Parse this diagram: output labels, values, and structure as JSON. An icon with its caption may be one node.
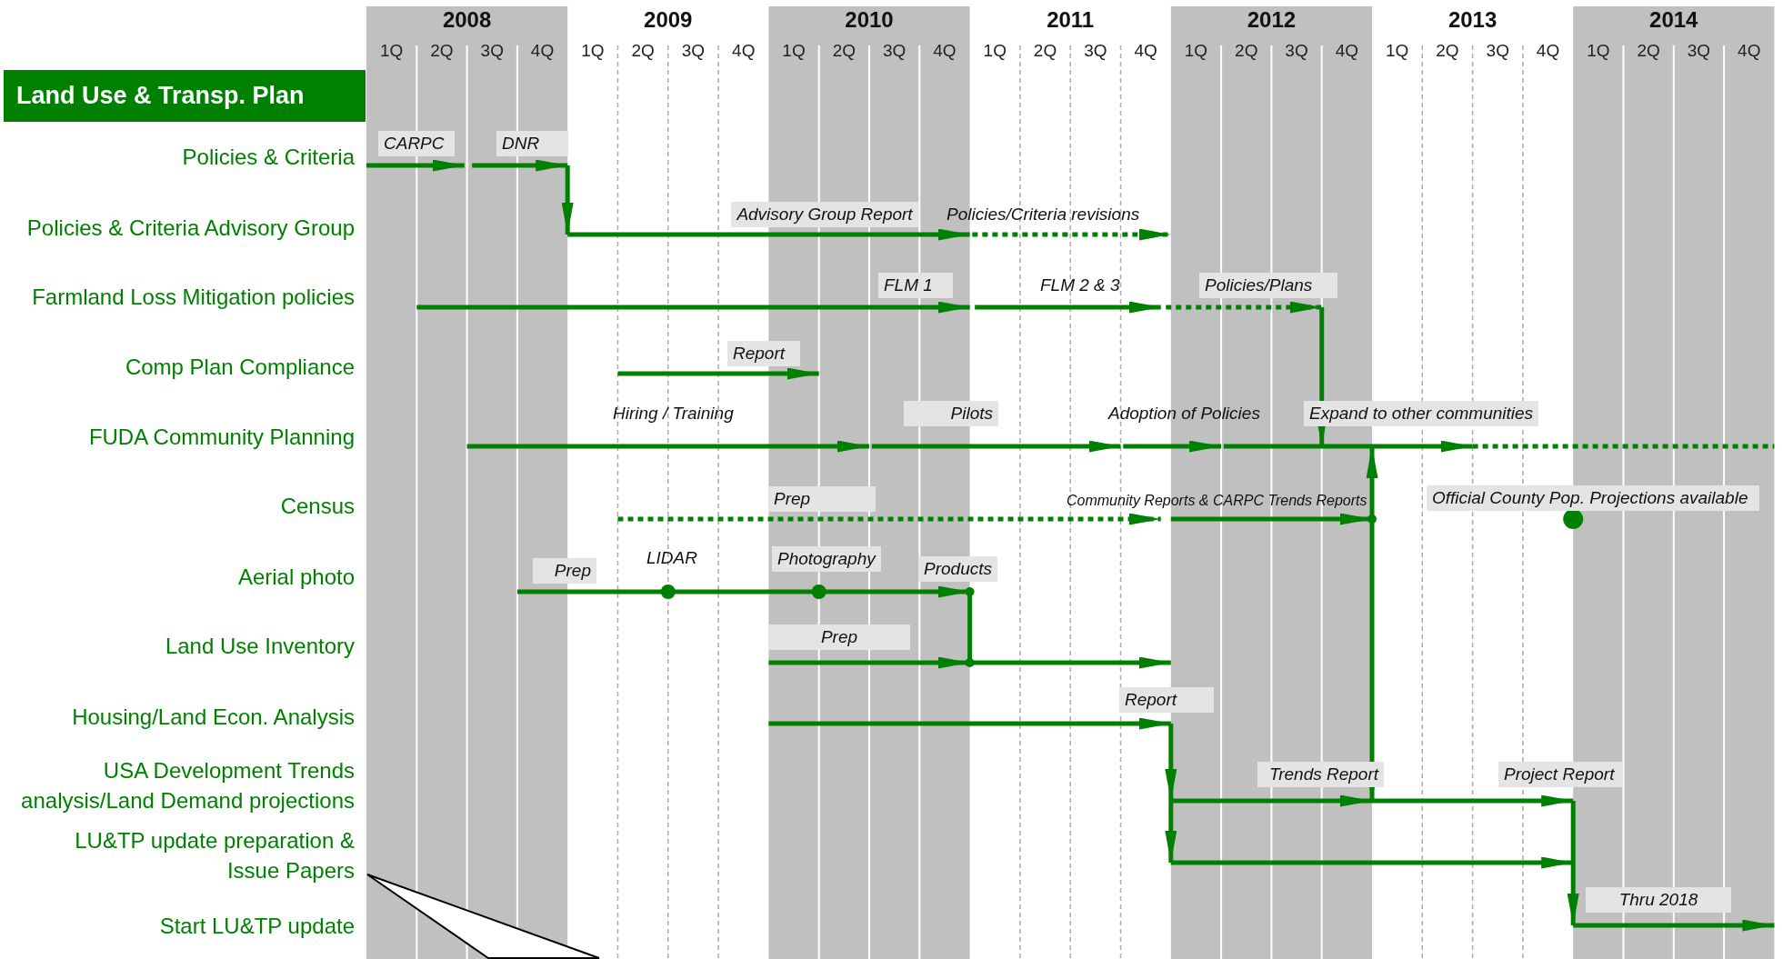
{
  "diagram": {
    "nodes": [
      {
        "text": [
          "Land Use & Transp. Plan"
        ]
      }
    ],
    "labels": [
      "2008",
      "2009",
      "2010",
      "2011",
      "2012",
      "2013",
      "2014",
      "1Q",
      "2Q",
      "3Q",
      "4Q",
      "1Q",
      "2Q",
      "3Q",
      "4Q",
      "1Q",
      "2Q",
      "3Q",
      "4Q",
      "1Q",
      "2Q",
      "3Q",
      "4Q",
      "1Q",
      "2Q",
      "3Q",
      "4Q",
      "1Q",
      "2Q",
      "3Q",
      "4Q",
      "1Q",
      "2Q",
      "3Q",
      "4Q",
      "Policies & Criteria",
      "CARPC",
      "DNR",
      "Policies & Criteria Advisory Group",
      "Advisory Group Report",
      "Policies/Criteria revisions",
      "Farmland Loss Mitigation policies",
      "FLM 1",
      "FLM 2 & 3",
      "Policies/Plans",
      "Comp Plan Compliance",
      "Report",
      "FUDA Community Planning",
      "Hiring / Training",
      "Pilots",
      "Adoption of Policies",
      "Expand to other communities",
      "Census",
      "Prep",
      "Community Reports & CARPC Trends Reports",
      "Official County Pop. Projections available",
      "Aerial photo",
      "Prep",
      "LIDAR",
      "Photography",
      "Products",
      "Land Use Inventory",
      "Prep",
      "Housing/Land Econ. Analysis",
      "Report",
      "USA Development Trends analysis/Land Demand projections",
      "Trends Report",
      "Project Report",
      "LU&TP update preparation & Issue Papers",
      "Start LU&TP update",
      "Thru 2018"
    ]
  }
}
